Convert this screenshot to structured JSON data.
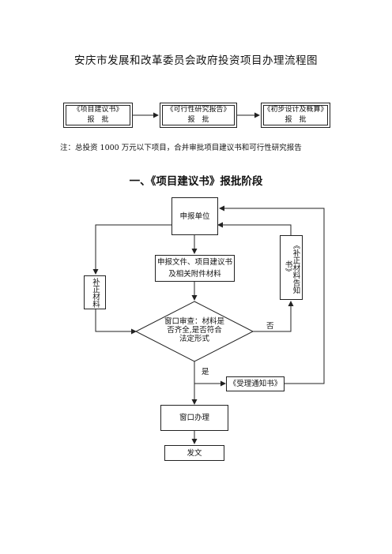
{
  "title": "安庆市发展和改革委员会政府投资项目办理流程图",
  "top_flow": [
    {
      "line1": "《项目建议书》",
      "line2": "报　批"
    },
    {
      "line1": "《可行性研究报告》",
      "line2": "报　批"
    },
    {
      "line1": "《初步设计及概算》",
      "line2": "报　批"
    }
  ],
  "note": "注：总投资 1000 万元以下项目，合并审批项目建议书和可行性研究报告",
  "section_title": "一、《项目建议书》报批阶段",
  "flow": {
    "apply_unit": "申报单位",
    "submit_docs_line1": "申报文件、项目建议书",
    "submit_docs_line2": "及相关附件材料",
    "supplement": "补正材料",
    "supplement_notice": "《补正材料告知书》",
    "review_line1": "窗口审查：材料是",
    "review_line2": "否齐全,是否符合",
    "review_line3": "法定形式",
    "no_label": "否",
    "yes_label": "是",
    "accept_notice": "《受理通知书》",
    "window_process": "窗口办理",
    "issue": "发文"
  }
}
